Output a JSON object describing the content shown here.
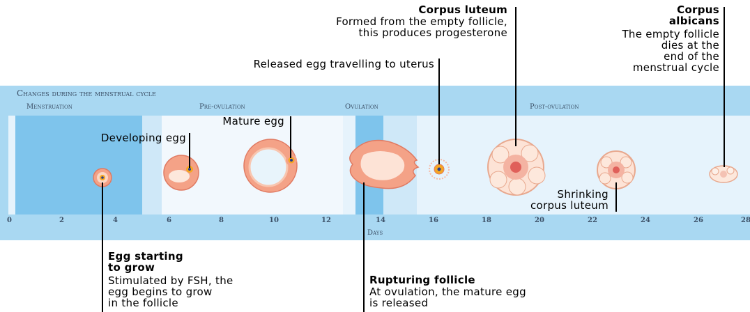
{
  "header": {
    "title": "Changes during the menstrual cycle",
    "phases": [
      "Menstruation",
      "Pre-ovulation",
      "Ovulation",
      "Post-ovulation"
    ]
  },
  "axis": {
    "label": "Days",
    "ticks": [
      "0",
      "2",
      "4",
      "6",
      "8",
      "10",
      "12",
      "14",
      "16",
      "18",
      "20",
      "22",
      "24",
      "26",
      "28"
    ]
  },
  "callouts": {
    "corpus_luteum": {
      "title": "Corpus luteum",
      "line1": "Formed from the empty follicle,",
      "line2": "this produces progesterone"
    },
    "corpus_albicans": {
      "title1": "Corpus",
      "title2": "albicans",
      "line1": "The empty follicle",
      "line2": "dies at the",
      "line3": "end of the",
      "line4": "menstrual cycle"
    },
    "released_egg": "Released egg travelling to uterus",
    "mature_egg": "Mature egg",
    "developing_egg": "Developing egg",
    "shrinking": {
      "line1": "Shrinking",
      "line2": "corpus luteum"
    },
    "egg_starting": {
      "title1": "Egg starting",
      "title2": "to grow",
      "line1": "Stimulated by FSH, the",
      "line2": "egg begins to grow",
      "line3": "in the follicle"
    },
    "rupturing": {
      "title": "Rupturing follicle",
      "line1": "At ovulation, the mature egg",
      "line2": "is released"
    }
  },
  "colors": {
    "band_outer": "#a9d8f2",
    "band_inner": "#e6f3fc",
    "band_mid": "#cfe8f8",
    "highlight": "#7ec4ec",
    "follicle_pink": "#f0a08a",
    "follicle_light": "#fde3d6",
    "egg_orange": "#f5a623",
    "egg_center": "#2a3f8f"
  }
}
